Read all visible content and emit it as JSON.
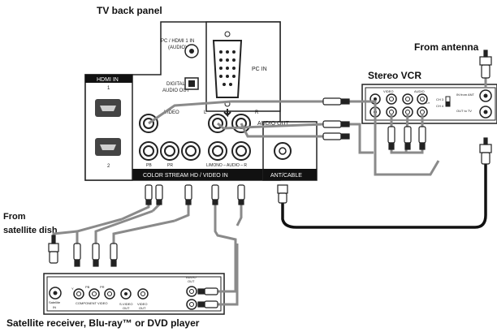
{
  "labels": {
    "tv_back_panel": "TV back panel",
    "from_antenna": "From antenna",
    "stereo_vcr": "Stereo VCR",
    "from_satellite_line1": "From",
    "from_satellite_line2": "satellite dish",
    "player_caption": "Satellite receiver, Blu-ray™ or DVD player"
  },
  "tv_panel": {
    "hdmi_in": "HDMI IN",
    "hdmi_1": "1",
    "hdmi_2": "2",
    "pc_hdmi1_in_line1": "PC / HDMI 1 IN",
    "pc_hdmi1_in_line2": "(AUDIO)",
    "digital_audio_out_line1": "DIGITAL",
    "digital_audio_out_line2": "AUDIO OUT",
    "pc_in": "PC IN",
    "video": "VIDEO",
    "audio_out": "AUDIO OUT",
    "audio_out_l": "L",
    "audio_out_r": "R",
    "pb": "PB",
    "pr": "PR",
    "l_mono_audio_r": "L/MONO – AUDIO – R",
    "color_stream": "COLOR STREAM HD / VIDEO IN",
    "ant_cable": "ANT/CABLE"
  },
  "vcr": {
    "video": "VIDEO",
    "audio": "AUDIO",
    "in_from_ant": "IN from ANT",
    "ch3": "CH 3",
    "ch4": "CH 4",
    "out_to_tv": "OUT to TV",
    "out": "OUT"
  },
  "player": {
    "satellite_in_line1": "Satellite",
    "satellite_in_line2": "IN",
    "y": "Y",
    "pb": "PB",
    "pr": "PR",
    "component_video": "COMPONENT VIDEO",
    "s_video_line1": "S-VIDEO",
    "s_video_line2": "OUT",
    "video_line1": "VIDEO",
    "video_line2": "OUT",
    "audio_out_line1": "AUDIO",
    "audio_out_line2": "OUT"
  }
}
